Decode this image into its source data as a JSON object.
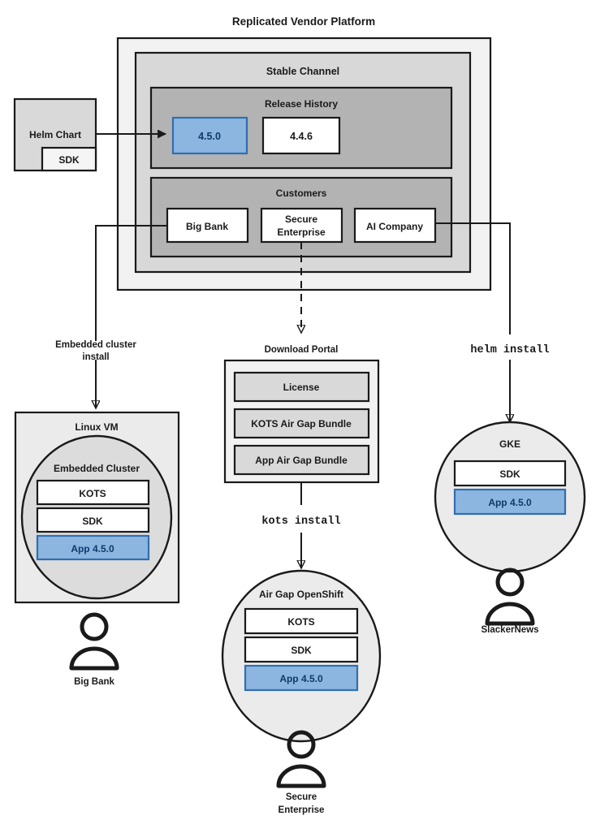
{
  "title": "Replicated Vendor Platform",
  "colors": {
    "outer_panel": "#f2f2f2",
    "channel_panel": "#d8d8d8",
    "inner_panel": "#b3b3b3",
    "box_grey": "#d9d9d9",
    "box_white": "#ffffff",
    "accent_blue_fill": "#8cb6e0",
    "accent_blue_stroke": "#2f6fb0",
    "accent_blue_text": "#0f3a6b",
    "stroke": "#1a1a1a"
  },
  "platform": {
    "label": "Replicated Vendor Platform",
    "channel": {
      "label": "Stable Channel",
      "release_history": {
        "label": "Release History",
        "releases": [
          {
            "version": "4.5.0",
            "highlighted": true
          },
          {
            "version": "4.4.6",
            "highlighted": false
          }
        ]
      },
      "customers": {
        "label": "Customers",
        "items": [
          {
            "name": "Big Bank"
          },
          {
            "name": "Secure Enterprise"
          },
          {
            "name": "AI Company"
          }
        ]
      }
    }
  },
  "helm_chart": {
    "label": "Helm Chart",
    "sdk_label": "SDK"
  },
  "flows": {
    "embedded_cluster_install": "Embedded cluster install",
    "embedded_cluster_install_line1": "Embedded cluster",
    "embedded_cluster_install_line2": "install",
    "kots_install": "kots install",
    "helm_install": "helm install"
  },
  "download_portal": {
    "label": "Download Portal",
    "items": [
      {
        "label": "License"
      },
      {
        "label": "KOTS Air Gap Bundle"
      },
      {
        "label": "App Air Gap Bundle"
      }
    ]
  },
  "targets": [
    {
      "id": "linux-vm",
      "label": "Linux VM",
      "inner_label": "Embedded Cluster",
      "components": [
        {
          "label": "KOTS",
          "highlighted": false
        },
        {
          "label": "SDK",
          "highlighted": false
        },
        {
          "label": "App 4.5.0",
          "highlighted": true
        }
      ],
      "customer": "Big Bank"
    },
    {
      "id": "air-gap-openshift",
      "label": "Air Gap OpenShift",
      "components": [
        {
          "label": "KOTS",
          "highlighted": false
        },
        {
          "label": "SDK",
          "highlighted": false
        },
        {
          "label": "App 4.5.0",
          "highlighted": true
        }
      ],
      "customer_line1": "Secure",
      "customer_line2": "Enterprise"
    },
    {
      "id": "gke",
      "label": "GKE",
      "components": [
        {
          "label": "SDK",
          "highlighted": false
        },
        {
          "label": "App 4.5.0",
          "highlighted": true
        }
      ],
      "customer": "SlackerNews"
    }
  ],
  "icons": {
    "person": "person-icon",
    "arrow": "arrow-head"
  }
}
